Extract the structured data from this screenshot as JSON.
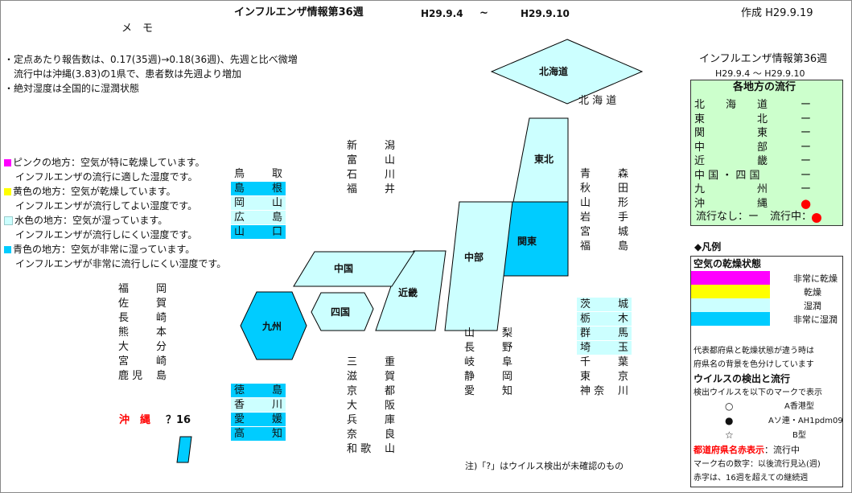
{
  "header": {
    "title": "インフルエンザ情報第36週",
    "date_from": "H29.9.4",
    "tilde": "~",
    "date_to": "H29.9.10",
    "created": "作成 H29.9.19"
  },
  "memo": {
    "title": "メ　モ",
    "lines": [
      "・定点あたり報告数は、0.17(35週)→0.18(36週)、先週と比べ微増",
      "　流行中は沖縄(3.83)の1県で、患者数は先週より増加",
      "・絶対湿度は全国的に湿潤状態"
    ]
  },
  "color_legend": [
    {
      "label": "ピンクの地方：空気が特に乾燥しています。",
      "sub": "インフルエンザの流行に適した湿度です。",
      "color": "#ff00ff"
    },
    {
      "label": "黄色の地方：空気が乾燥しています。",
      "sub": "インフルエンザが流行してよい湿度です。",
      "color": "#ffff00"
    },
    {
      "label": "水色の地方：空気が湿っています。",
      "sub": "インフルエンザが流行しにくい湿度です。",
      "color": "#ccffff"
    },
    {
      "label": "青色の地方：空気が非常に湿っています。",
      "sub": "インフルエンザが非常に流行しにくい湿度です。",
      "color": "#00ccff"
    }
  ],
  "regions": {
    "hokkaido": "北海道",
    "tohoku": "東北",
    "kanto": "関東",
    "chubu": "中部",
    "kinki": "近畿",
    "chugoku": "中国",
    "shikoku": "四国",
    "kyushu": "九州"
  },
  "hokkaido_label": "北 海 道",
  "prefectures": {
    "hokuriku": [
      [
        "新",
        "潟"
      ],
      [
        "富",
        "山"
      ],
      [
        "石",
        "川"
      ],
      [
        "福",
        "井"
      ]
    ],
    "chugoku": [
      [
        "鳥",
        "取"
      ],
      [
        "島",
        "根"
      ],
      [
        "岡",
        "山"
      ],
      [
        "広",
        "島"
      ],
      [
        "山",
        "口"
      ]
    ],
    "tohoku": [
      [
        "青",
        "森"
      ],
      [
        "秋",
        "田"
      ],
      [
        "山",
        "形"
      ],
      [
        "岩",
        "手"
      ],
      [
        "宮",
        "城"
      ],
      [
        "福",
        "島"
      ]
    ],
    "kyushu": [
      [
        "福",
        "岡"
      ],
      [
        "佐",
        "賀"
      ],
      [
        "長",
        "崎"
      ],
      [
        "熊",
        "本"
      ],
      [
        "大",
        "分"
      ],
      [
        "宮",
        "崎"
      ],
      [
        "鹿 児",
        "島"
      ]
    ],
    "kanto": [
      [
        "茨",
        "城"
      ],
      [
        "栃",
        "木"
      ],
      [
        "群",
        "馬"
      ],
      [
        "埼",
        "玉"
      ],
      [
        "千",
        "葉"
      ],
      [
        "東",
        "京"
      ],
      [
        "神 奈",
        "川"
      ]
    ],
    "chubu": [
      [
        "山",
        "梨"
      ],
      [
        "長",
        "野"
      ],
      [
        "岐",
        "阜"
      ],
      [
        "静",
        "岡"
      ],
      [
        "愛",
        "知"
      ]
    ],
    "shikoku": [
      [
        "徳",
        "島"
      ],
      [
        "香",
        "川"
      ],
      [
        "愛",
        "媛"
      ],
      [
        "高",
        "知"
      ]
    ],
    "kinki": [
      [
        "三",
        "重"
      ],
      [
        "滋",
        "賀"
      ],
      [
        "京",
        "都"
      ],
      [
        "大",
        "阪"
      ],
      [
        "兵",
        "庫"
      ],
      [
        "奈",
        "良"
      ],
      [
        "和 歌",
        "山"
      ]
    ]
  },
  "okinawa": {
    "name": "沖　縄",
    "mark": "？16"
  },
  "note": "注)「?」はウイルス検出が未確認のもの",
  "right_panel": {
    "title": "インフルエンザ情報第36週",
    "period": "H29.9.4 ～ H29.9.10",
    "table_title": "各地方の流行",
    "rows": [
      {
        "name": "北　　海　　道",
        "status": "ー"
      },
      {
        "name": "東　　　　　北",
        "status": "ー"
      },
      {
        "name": "関　　　　　東",
        "status": "ー"
      },
      {
        "name": "中　　　　　部",
        "status": "ー"
      },
      {
        "name": "近　　　　　畿",
        "status": "ー"
      },
      {
        "name": "中 国 ・ 四 国",
        "status": "ー"
      },
      {
        "name": "九　　　　　州",
        "status": "ー"
      },
      {
        "name": "沖　　　　　縄",
        "status": "●"
      }
    ],
    "footer_none": "流行なし：ー",
    "footer_active": "流行中："
  },
  "legend": {
    "title": "◆凡例",
    "air_title": "空気の乾燥状態",
    "levels": [
      {
        "label": "非常に乾燥",
        "color": "#ff00ff"
      },
      {
        "label": "乾燥",
        "color": "#ffff00"
      },
      {
        "label": "湿潤",
        "color": "#ccffff"
      },
      {
        "label": "非常に湿潤",
        "color": "#00ccff"
      }
    ],
    "desc1": "代表都府県と乾燥状態が違う時は",
    "desc2": "府県名の背景を色分けしています",
    "virus_title": "ウイルスの検出と流行",
    "virus_desc": "検出ウイルスを以下のマークで表示",
    "marks": [
      {
        "symbol": "○",
        "label": "A香港型"
      },
      {
        "symbol": "●",
        "label": "Aソ連・AH1pdm09"
      },
      {
        "symbol": "☆",
        "label": "B型"
      }
    ],
    "red_label": "都道府県名赤表示",
    "red_desc": "：流行中",
    "number_desc": "マーク右の数字：以後流行見込(週)",
    "red_number_desc": "赤字は、16週を超えての継続週"
  },
  "colors": {
    "blue": "#00ccff",
    "cyan": "#ccffff",
    "green": "#ccffcc",
    "red": "#ff0000"
  }
}
